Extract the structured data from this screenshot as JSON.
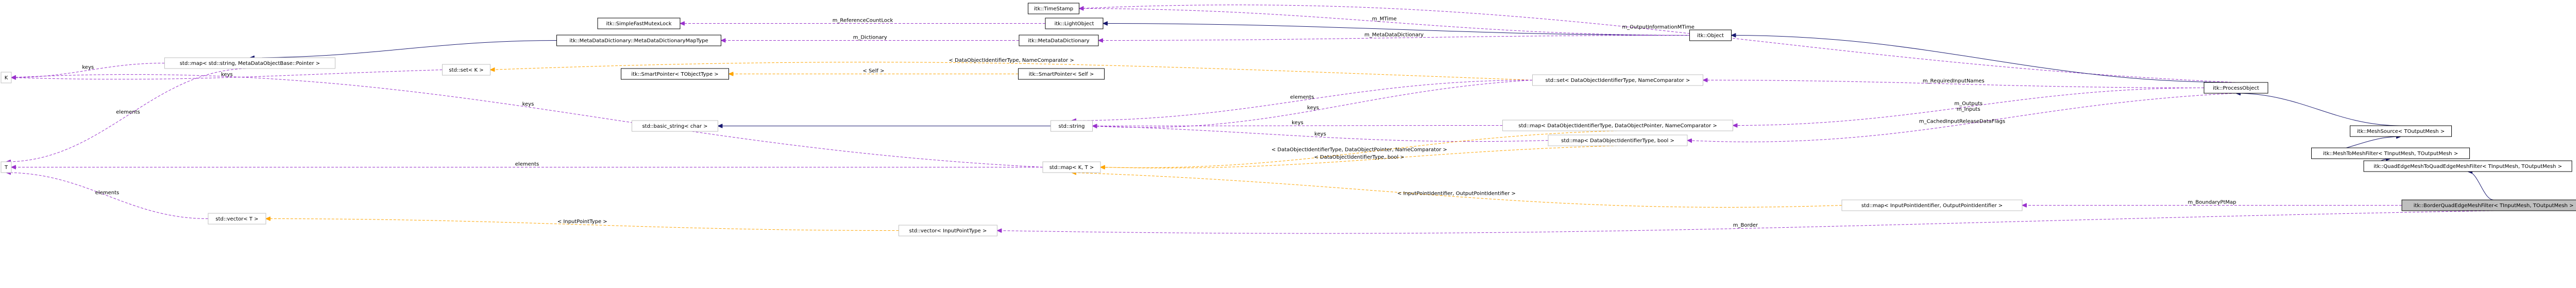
{
  "colors": {
    "inheritance": "#191970",
    "usage": "#9a32cd",
    "template": "#ffa500",
    "focus_fill": "#bfbfbf"
  },
  "nodes": {
    "timestamp": "itk::TimeStamp",
    "lightobject": "itk::LightObject",
    "simplefastmutexlock": "itk::SimpleFastMutexLock",
    "metadatadictionary": "itk::MetaDataDictionary",
    "mddmap": "itk::MetaDataDictionary::MetaDataDictionaryMapType",
    "object": "itk::Object",
    "stdmap_string_pointer": "std::map< std::string, MetaDataObjectBase::Pointer >",
    "stdset_k": "std::set< K >",
    "k": "K",
    "t": "T",
    "smartpointer_tobjecttype": "itk::SmartPointer< TObjectType >",
    "smartpointer_self": "itk::SmartPointer< Self >",
    "basic_string": "std::basic_string< char >",
    "stdstring": "std::string",
    "stdset_dataobject": "std::set< DataObjectIdentifierType, NameComparator >",
    "stdmap_dataobject_pointer": "std::map< DataObjectIdentifierType, DataObjectPointer, NameComparator >",
    "stdmap_dataobject_bool": "std::map< DataObjectIdentifierType, bool >",
    "processobject": "itk::ProcessObject",
    "stdmap_kt": "std::map< K, T >",
    "stdvector_t": "std::vector< T >",
    "meshsource": "itk::MeshSource< TOutputMesh >",
    "meshtomeshfilter": "itk::MeshToMeshFilter< TInputMesh, TOutputMesh >",
    "quadedgemeshtoquadedgemeshfilter": "itk::QuadEdgeMeshToQuadEdgeMeshFilter< TInputMesh, TOutputMesh >",
    "stdmap_inputpoint": "std::map< InputPointIdentifier, OutputPointIdentifier >",
    "stdvector_inputpoint": "std::vector< InputPointType >",
    "borderquadedgemeshfilter": "itk::BorderQuadEdgeMeshFilter< TInputMesh, TOutputMesh >"
  },
  "edge_labels": {
    "m_outputinformationmtime": "m_OutputInformationMTime",
    "m_mtime": "m_MTime",
    "m_referencecountlock": "m_ReferenceCountLock",
    "m_dictionary": "m_Dictionary",
    "m_metadatadictionary": "m_MetaDataDictionary",
    "nc_template": "< DataObjectIdentifierType, NameComparator >",
    "keys_map_k": "keys",
    "keys_set_k": "keys",
    "self_template": "< Self >",
    "elements_string": "elements",
    "keys_set_string": "keys",
    "m_requiredinputnames": "m_RequiredInputNames",
    "keys_map_string_1": "keys",
    "keys_map_string_2": "keys",
    "m_outputs_m_inputs": "m_Outputs\nm_Inputs",
    "m_cachedinputreleasedataflags": "m_CachedInputReleaseDataFlags",
    "elements_t": "elements",
    "keys_k_long": "keys",
    "elements_t_lower": "elements",
    "nc_pointer_template": "< DataObjectIdentifierType, DataObjectPointer, NameComparator >",
    "bool_template": "< DataObjectIdentifierType, bool >",
    "inputpointid_template": "< InputPointIdentifier, OutputPointIdentifier >",
    "elements_vector": "elements",
    "inputpointtype_template": "< InputPointType >",
    "m_boundaryptmap": "m_BoundaryPtMap",
    "m_border": "m_Border"
  }
}
